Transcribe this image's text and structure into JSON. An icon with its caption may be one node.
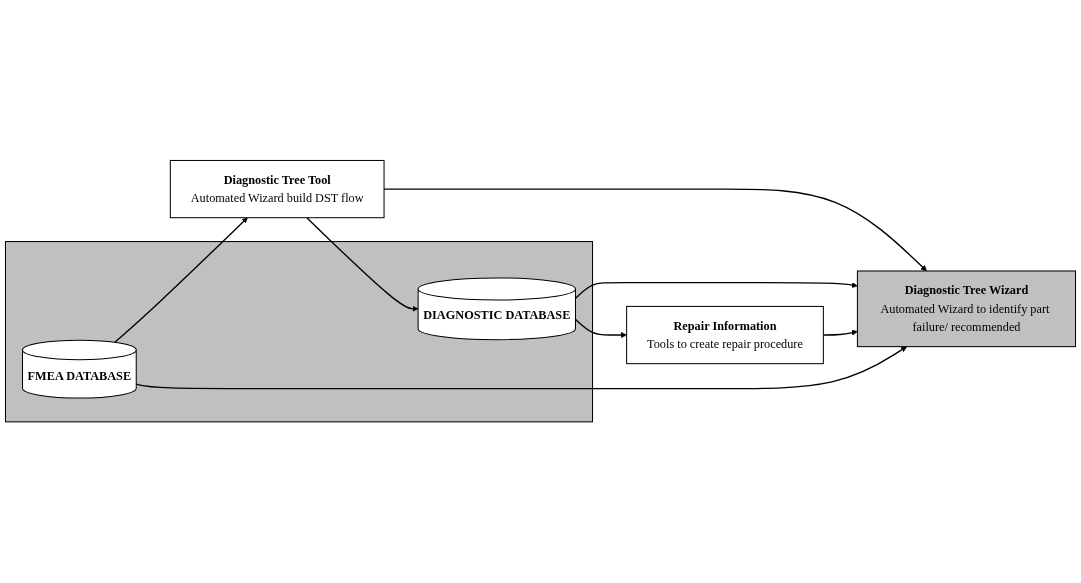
{
  "diagram": {
    "nodes": [
      {
        "text": [
          "Diagnostic Tree Tool",
          "Automated Wizard build DST flow"
        ]
      },
      {
        "text": [
          "Diagnostic Tree Wizard",
          "Automated Wizard to identify part failure/ recommended"
        ]
      },
      {
        "text": [
          "Repair Information",
          "Tools to create repair procedure"
        ]
      },
      {
        "text": [],
        "shape": "box"
      },
      {
        "text": [
          "FMEA DATABASE"
        ],
        "in": 3
      },
      {
        "text": [
          "DIAGNOSTIC DATABASE"
        ],
        "in": 3
      }
    ],
    "edges": [
      {
        "from": 4,
        "to": 0,
        "arrow": "to"
      },
      {
        "from": 0,
        "to": 1,
        "arrow": "to"
      },
      {
        "from": 4,
        "to": 1,
        "arrow": "to"
      },
      {
        "from": 0,
        "to": 5,
        "arrow": "to"
      },
      {
        "from": 5,
        "to": 1,
        "arrow": "to"
      },
      {
        "from": 2,
        "to": 1,
        "arrow": "to"
      },
      {
        "from": 5,
        "to": 2,
        "arrow": "to"
      }
    ]
  }
}
